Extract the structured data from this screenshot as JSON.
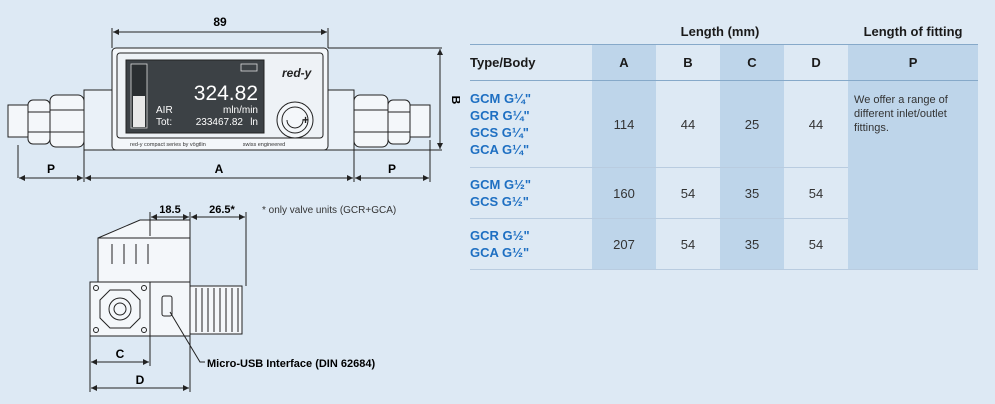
{
  "dims_top": {
    "overall": "89",
    "A": "A",
    "B": "B",
    "P_left": "P",
    "P_right": "P"
  },
  "display": {
    "value": "324.82",
    "gas": "AIR",
    "unit": "mln/min",
    "total_label": "Tot:",
    "total_value": "233467.82",
    "total_unit": "ln",
    "plus": "+",
    "brand": "red-y",
    "footer_left": "red-y compact series by vögtlin",
    "footer_right": "swiss engineered"
  },
  "dims_side": {
    "d1": "18.5",
    "d2": "26.5*",
    "note": "* only valve units (GCR+GCA)",
    "C": "C",
    "D": "D"
  },
  "usb_label": "Micro-USB Interface (DIN 62684)",
  "table": {
    "group_length": "Length (mm)",
    "group_fitting": "Length of fitting",
    "columns": [
      "Type/Body",
      "A",
      "B",
      "C",
      "D",
      "P"
    ],
    "note": "We offer a range of different inlet/outlet fittings.",
    "rows": [
      {
        "types": [
          "GCM G¼\"",
          "GCR G¼\"",
          "GCS G¼\"",
          "GCA G¼\""
        ],
        "A": "114",
        "B": "44",
        "C": "25",
        "D": "44"
      },
      {
        "types": [
          "GCM G½\"",
          "GCS G½\""
        ],
        "A": "160",
        "B": "54",
        "C": "35",
        "D": "54"
      },
      {
        "types": [
          "GCR G½\"",
          "GCA G½\""
        ],
        "A": "207",
        "B": "54",
        "C": "35",
        "D": "54"
      }
    ]
  },
  "colors": {
    "background": "#dde9f4",
    "column_shade": "#bed5ea",
    "type_text": "#1e6fc2"
  }
}
